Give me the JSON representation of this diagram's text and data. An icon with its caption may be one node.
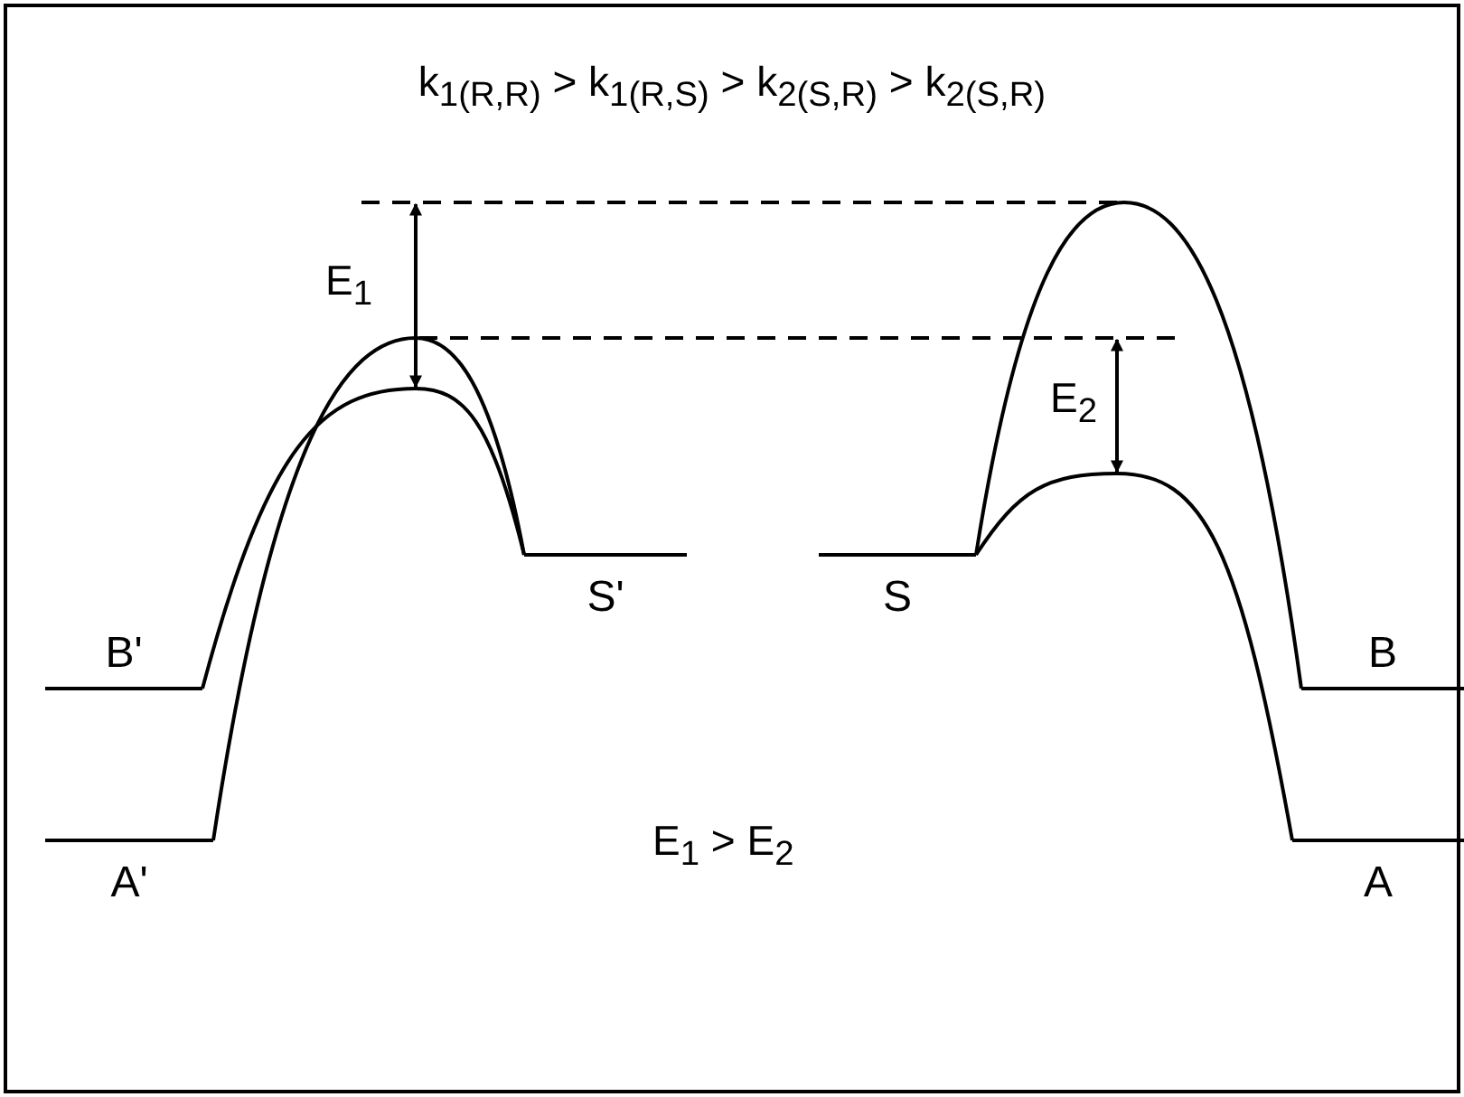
{
  "diagram": {
    "title": "k$_{1(R,R)}$ > k$_{1(R,S)}$ > k$_{2(S,R)}$ > k$_{2(S,R)}$",
    "nodes": [
      {
        "text": [
          "B'"
        ]
      },
      {
        "text": [
          "A'"
        ]
      },
      {
        "text": [
          "S'"
        ]
      },
      {
        "text": [
          "S"
        ]
      },
      {
        "text": [
          "B"
        ]
      },
      {
        "text": [
          "A"
        ]
      }
    ],
    "edges": [
      {
        "from": 1,
        "to": 2,
        "arrow": "none"
      },
      {
        "from": 0,
        "to": 2,
        "arrow": "none"
      },
      {
        "from": 3,
        "to": 4,
        "arrow": "none"
      },
      {
        "from": 3,
        "to": 5,
        "arrow": "none"
      }
    ],
    "labels": [
      "E$_{1}$",
      "E$_{2}$",
      "E$_{1}$ > E$_{2}$"
    ]
  }
}
